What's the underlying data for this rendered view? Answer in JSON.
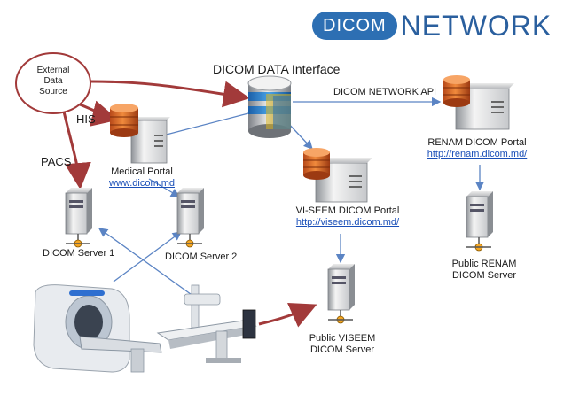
{
  "logo": {
    "badge": "DICOM",
    "word": "NETWORK"
  },
  "nodes": {
    "external": {
      "line1": "External",
      "line2": "Data",
      "line3": "Source"
    },
    "his": "HIS",
    "pacs": "PACS",
    "interface": "DICOM DATA Interface",
    "network_api": "DICOM NETWORK API",
    "medical_portal": {
      "title": "Medical Portal",
      "url": "www.dicom.md"
    },
    "renam_portal": {
      "title": "RENAM DICOM Portal",
      "url": "http://renam.dicom.md/"
    },
    "viseem_portal": {
      "title": "VI-SEEM DICOM Portal",
      "url": "http://viseem.dicom.md/"
    },
    "server1": "DICOM Server 1",
    "server2": "DICOM Server 2",
    "public_renam": {
      "line1": "Public RENAM",
      "line2": "DICOM Server"
    },
    "public_viseem": {
      "line1": "Public VISEEM",
      "line2": "DICOM Server"
    }
  },
  "colors": {
    "arrow_red": "#a23a3a",
    "arrow_blue": "#5b84c4",
    "logo_blue": "#2d6fb3"
  },
  "icons": [
    "database-icon",
    "server-icon",
    "mri-scanner-icon",
    "x-ray-machine-icon"
  ]
}
